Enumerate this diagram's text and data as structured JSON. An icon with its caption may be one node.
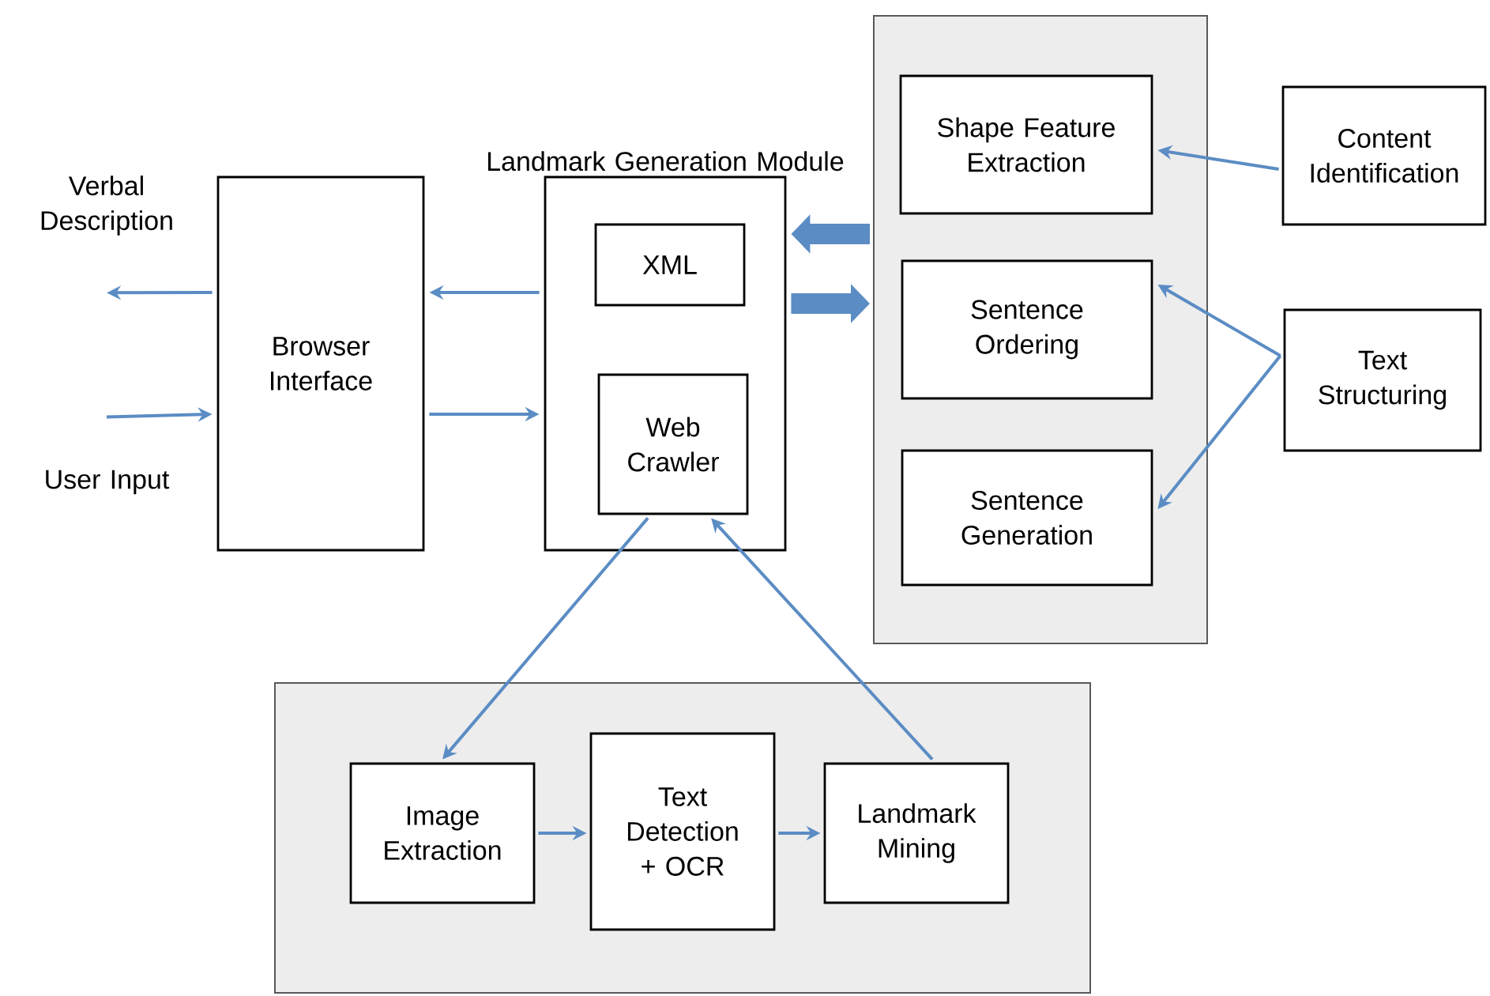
{
  "diagram": {
    "nodes": [
      {
        "text": [
          "Verbal Description"
        ]
      },
      {
        "text": [
          "User Input"
        ]
      },
      {
        "text": [
          "Browser Interface"
        ]
      },
      {
        "text": [
          "Landmark Generation Module"
        ]
      },
      {
        "text": [
          "XML"
        ],
        "in": 3
      },
      {
        "text": [
          "Web Crawler"
        ],
        "in": 3
      },
      {
        "text": [],
        "shape": "box"
      },
      {
        "text": [
          "Shape Feature Extraction"
        ],
        "in": 6
      },
      {
        "text": [
          "Sentence Ordering"
        ],
        "in": 6
      },
      {
        "text": [
          "Sentence Generation"
        ],
        "in": 6
      },
      {
        "text": [
          "Content Identification"
        ]
      },
      {
        "text": [
          "Text Structuring"
        ]
      },
      {
        "text": [],
        "shape": "box"
      },
      {
        "text": [
          "Image Extraction"
        ],
        "in": 12
      },
      {
        "text": [
          "Text Detection + OCR"
        ],
        "in": 12
      },
      {
        "text": [
          "Landmark Mining"
        ],
        "in": 12
      }
    ],
    "edges": [
      {
        "from": 2,
        "to": 0,
        "arrow": "to"
      },
      {
        "from": 1,
        "to": 2,
        "arrow": "to"
      },
      {
        "from": 3,
        "to": 2,
        "arrow": "to"
      },
      {
        "from": 2,
        "to": 3,
        "arrow": "to"
      },
      {
        "from": 6,
        "to": 3,
        "arrow": "to",
        "style": "thick"
      },
      {
        "from": 3,
        "to": 6,
        "arrow": "to",
        "style": "thick"
      },
      {
        "from": 10,
        "to": 7,
        "arrow": "to"
      },
      {
        "from": 11,
        "to": 8,
        "arrow": "to"
      },
      {
        "from": 11,
        "to": 9,
        "arrow": "to"
      },
      {
        "from": 5,
        "to": 13,
        "arrow": "to"
      },
      {
        "from": 15,
        "to": 5,
        "arrow": "to"
      },
      {
        "from": 13,
        "to": 14,
        "arrow": "to"
      },
      {
        "from": 14,
        "to": 15,
        "arrow": "to"
      }
    ]
  }
}
